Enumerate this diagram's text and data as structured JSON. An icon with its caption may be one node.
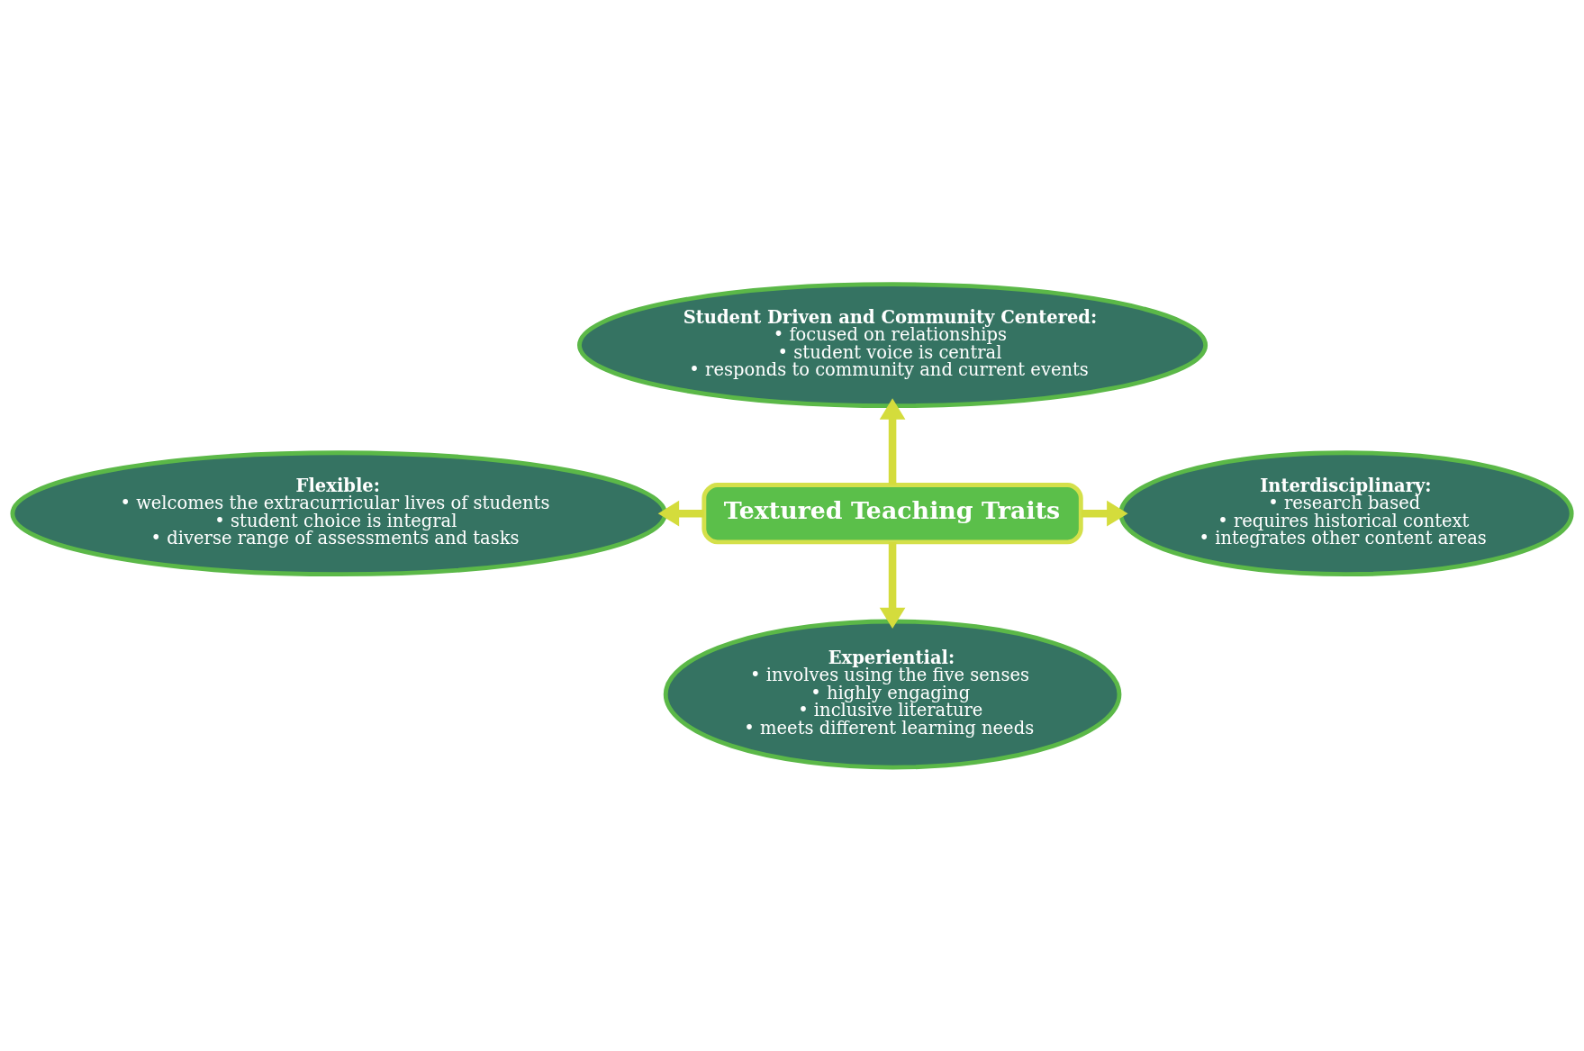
{
  "diagram": {
    "nodes": [
      {
        "text": [
          "Student Driven and Community Centered:",
          "• focused on relationships",
          "• student voice is central",
          "• responds to community and current events"
        ]
      },
      {
        "text": [
          "Flexible:",
          "• welcomes the extracurricular lives of students",
          "• student choice is integral",
          "• diverse range of assessments and tasks"
        ]
      },
      {
        "text": [
          "Textured Teaching Traits"
        ]
      },
      {
        "text": [
          "Interdisciplinary:",
          "• research based",
          "• requires historical context",
          "• integrates other content areas"
        ]
      },
      {
        "text": [
          "Experiential:",
          "• involves using the five senses",
          "• highly engaging",
          "• inclusive literature",
          "• meets different learning needs"
        ]
      }
    ],
    "edges": [
      {
        "from": 2,
        "to": 0,
        "arrow": "to"
      },
      {
        "from": 2,
        "to": 1,
        "arrow": "to"
      },
      {
        "from": 2,
        "to": 3,
        "arrow": "to"
      },
      {
        "from": 2,
        "to": 4,
        "arrow": "to"
      }
    ]
  }
}
